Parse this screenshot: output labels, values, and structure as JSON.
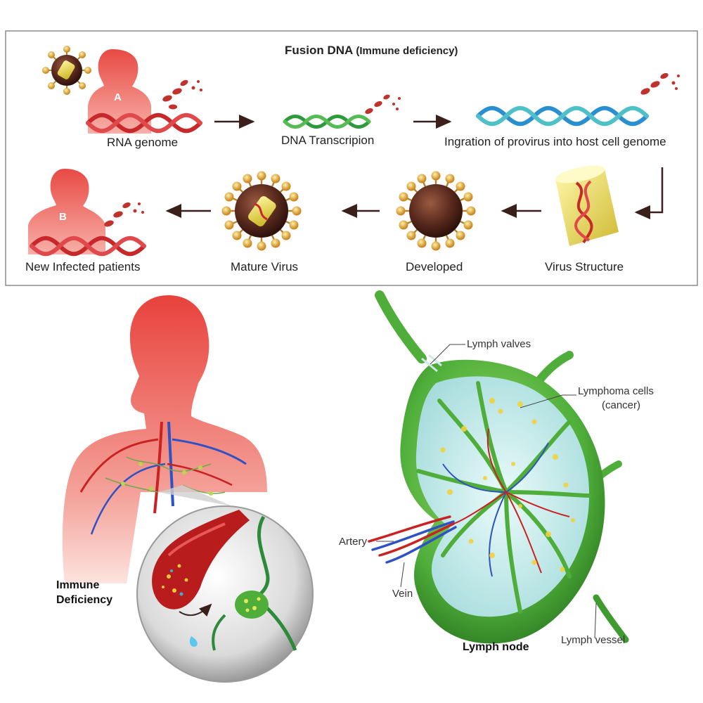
{
  "title": {
    "main": "Fusion DNA",
    "sub": "(Immune deficiency)"
  },
  "steps": {
    "rna_genome": "RNA genome",
    "dna_transcription": "DNA Transcripion",
    "integration": "Ingration of provirus into host cell genome",
    "virus_structure": "Virus Structure",
    "developed": "Developed",
    "mature_virus": "Mature Virus",
    "new_infected": "New Infected patients"
  },
  "figure_letters": {
    "a": "A",
    "b": "B"
  },
  "callouts": {
    "lymph_valves": "Lymph valves",
    "lymphoma_line1": "Lymphoma cells",
    "lymphoma_line2": "(cancer)",
    "artery": "Artery",
    "vein": "Vein",
    "lymph_vessel": "Lymph vessel",
    "lymph_node": "Lymph node",
    "immune_line1": "Immune",
    "immune_line2": "Deficiency"
  },
  "colors": {
    "dna_red": "#c8282a",
    "dna_green": "#2f9a3c",
    "dna_blue": "#2a8fd0",
    "virus_brown": "#5a2a1e",
    "spike_gold": "#d9a02a",
    "body_red": "#e8564f",
    "node_green": "#4fae3a",
    "vessel_blue": "#2e52c4"
  }
}
